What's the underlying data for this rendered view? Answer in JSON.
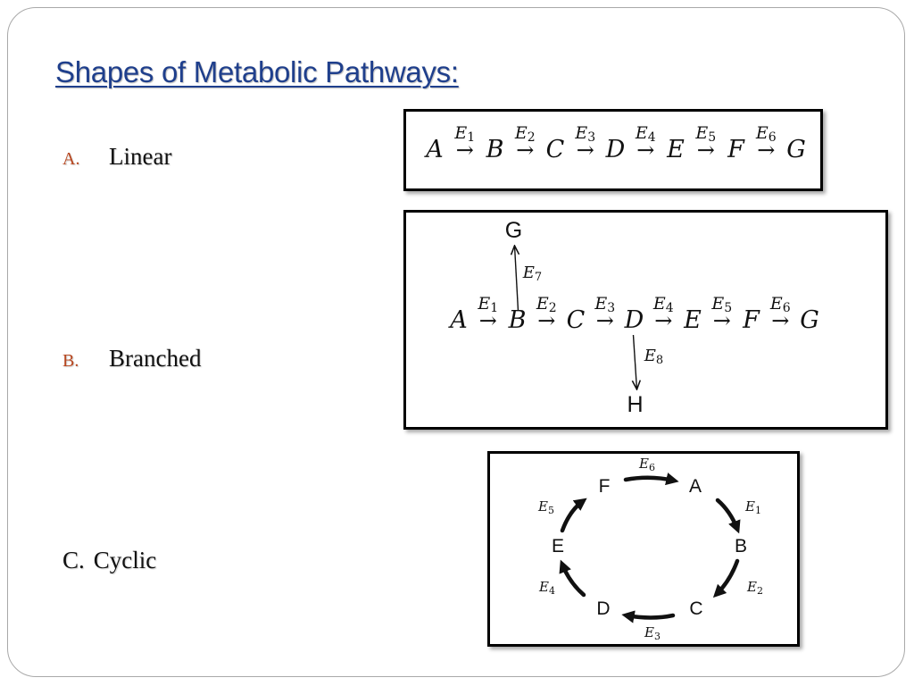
{
  "title": "Shapes of Metabolic Pathways:",
  "items": [
    {
      "marker": "A.",
      "label": "Linear"
    },
    {
      "marker": "B.",
      "label": "Branched"
    },
    {
      "marker": "C.",
      "label": "Cyclic"
    }
  ],
  "linear": {
    "nodes": [
      "A",
      "B",
      "C",
      "D",
      "E",
      "F",
      "G"
    ],
    "enzymes": [
      "E",
      "E",
      "E",
      "E",
      "E",
      "E"
    ],
    "enzyme_subs": [
      "1",
      "2",
      "3",
      "4",
      "5",
      "6"
    ]
  },
  "branched": {
    "nodes": [
      "A",
      "B",
      "C",
      "D",
      "E",
      "F",
      "G"
    ],
    "enzymes": [
      "E",
      "E",
      "E",
      "E",
      "E",
      "E"
    ],
    "enzyme_subs": [
      "1",
      "2",
      "3",
      "4",
      "5",
      "6"
    ],
    "branch_up": {
      "node": "G",
      "enzyme": "E",
      "sub": "7"
    },
    "branch_down": {
      "node": "H",
      "enzyme": "E",
      "sub": "8"
    }
  },
  "cyclic": {
    "nodes": [
      "A",
      "B",
      "C",
      "D",
      "E",
      "F"
    ],
    "enzymes": [
      "E",
      "E",
      "E",
      "E",
      "E",
      "E"
    ],
    "enzyme_subs": [
      "1",
      "2",
      "3",
      "4",
      "5",
      "6"
    ]
  },
  "colors": {
    "title": "#1f3f8c",
    "marker": "#b7461f"
  }
}
